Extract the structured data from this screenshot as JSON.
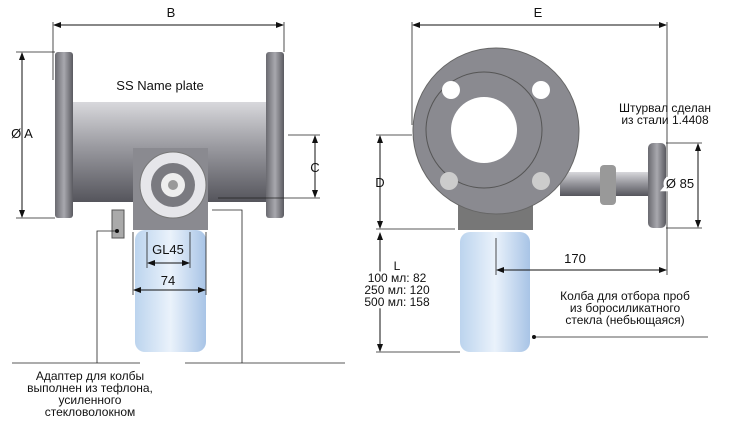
{
  "left_view": {
    "dim_b": "B",
    "dim_a": "Ø A",
    "dim_c": "C",
    "nameplate": "SS Name plate",
    "dim_gl45": "GL45",
    "dim_74": "74",
    "adapter_note": [
      "Адаптер для колбы",
      "выполнен из тефлона,",
      "усиленного",
      "стекловолокном"
    ]
  },
  "right_view": {
    "dim_e": "E",
    "dim_d": "D",
    "dim_l": "L",
    "l_values": [
      "100 мл: 82",
      "250 мл: 120",
      "500 мл: 158"
    ],
    "dim_85": "Ø 85",
    "dim_170": "170",
    "handwheel_note": [
      "Штурвал сделан",
      "из стали 1.4408"
    ],
    "flask_note": [
      "Колба для отбора проб",
      "из боросиликатного",
      "стекла (небьющаяся)"
    ]
  }
}
